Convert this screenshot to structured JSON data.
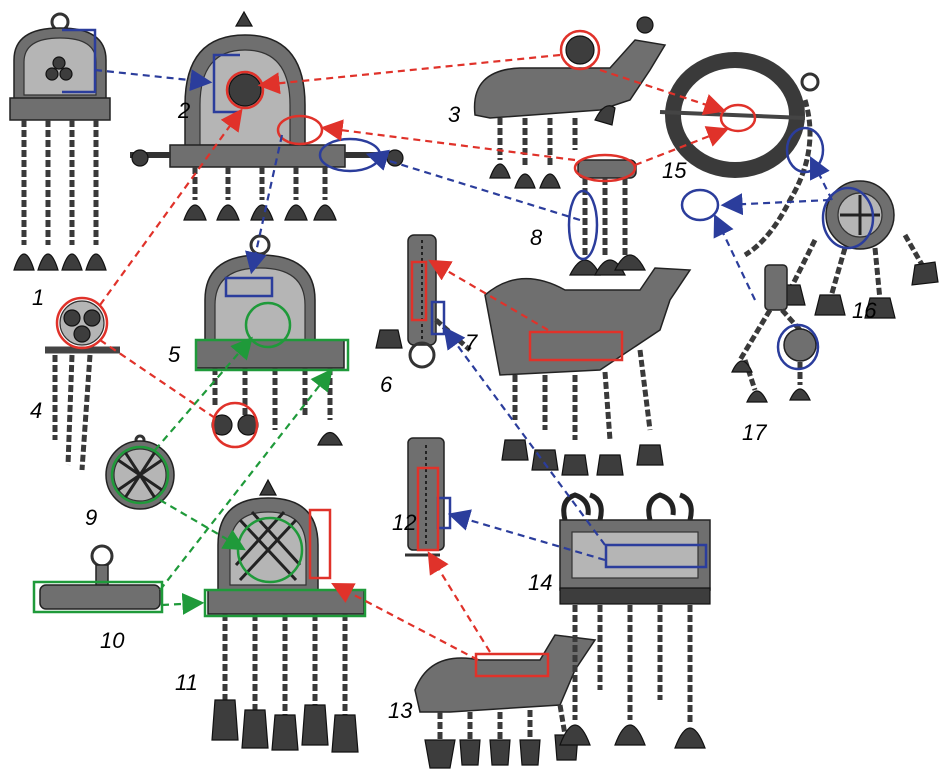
{
  "colors": {
    "red": "#e0322a",
    "blue": "#2b3d9c",
    "green": "#1f9a3a"
  },
  "labels": [
    "1",
    "2",
    "3",
    "4",
    "5",
    "6",
    "7",
    "8",
    "9",
    "10",
    "11",
    "12",
    "13",
    "14",
    "15",
    "16",
    "17"
  ]
}
